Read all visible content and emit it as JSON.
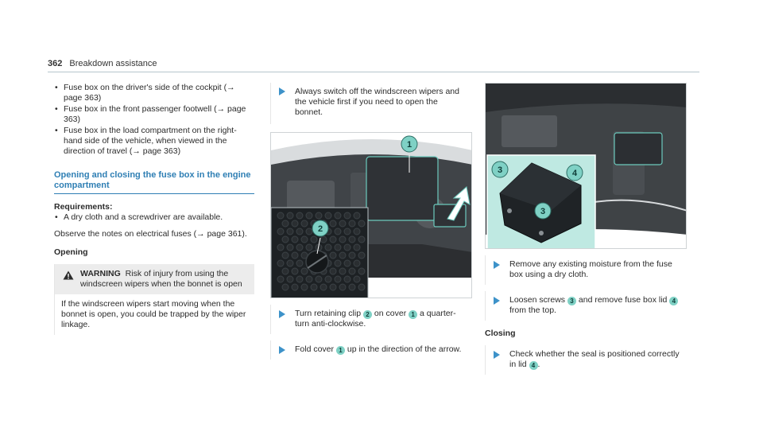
{
  "header": {
    "page_number": "362",
    "title": "Breakdown assistance"
  },
  "col1": {
    "bullets": [
      "Fuse box on the driver's side of the cockpit (→ page 363)",
      "Fuse box in the front passenger footwell (→ page 363)",
      "Fuse box in the load compartment on the right-hand side of the vehicle, when viewed in the direction of travel (→ page 363)"
    ],
    "section_title": "Opening and closing the fuse box in the engine compartment",
    "requirements_label": "Requirements:",
    "requirements": [
      "A dry cloth and a screwdriver are available."
    ],
    "observe_text": "Observe the notes on electrical fuses (→ page 361).",
    "opening_label": "Opening",
    "warning": {
      "label": "WARNING",
      "headline": "Risk of injury from using the windscreen wipers when the bonnet is open",
      "body": "If the windscreen wipers start moving when the bonnet is open, you could be trapped by the wiper linkage."
    }
  },
  "col2": {
    "note": "Always switch off the windscreen wipers and the vehicle first if you need to open the bonnet.",
    "figure": {
      "callout_1": "1",
      "callout_2": "2"
    },
    "step1": {
      "a": "Turn retaining clip",
      "n1": "2",
      "b": "on cover",
      "n2": "1",
      "c": "a quarter-turn anti-clockwise."
    },
    "step2": {
      "a": "Fold cover",
      "n1": "1",
      "b": "up in the direction of the arrow."
    }
  },
  "col3": {
    "figure": {
      "callout_3a": "3",
      "callout_4": "4",
      "callout_3b": "3"
    },
    "step1": "Remove any existing moisture from the fuse box using a dry cloth.",
    "step2": {
      "a": "Loosen screws",
      "n1": "3",
      "b": "and remove fuse box lid",
      "n2": "4",
      "c": "from the top."
    },
    "closing_label": "Closing",
    "step3": {
      "a": "Check whether the seal is positioned correctly in lid",
      "n1": "4",
      "b": "."
    }
  },
  "colors": {
    "accent": "#2f7fb4",
    "arrow": "#3d92c9",
    "callout": "#7fd1c5",
    "warning_bg": "#ececec"
  }
}
